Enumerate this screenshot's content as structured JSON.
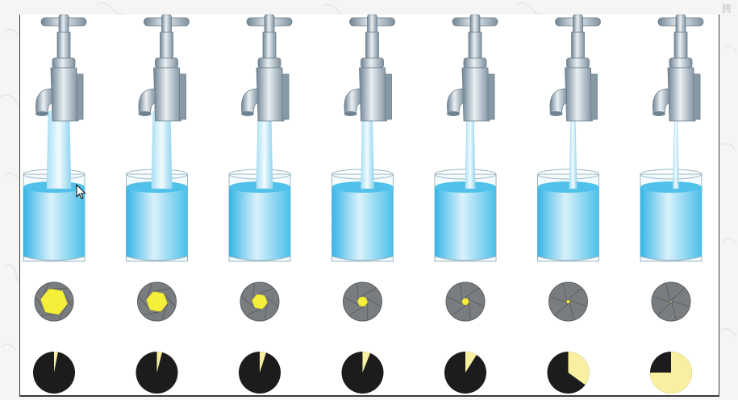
{
  "corner_badge": "腾",
  "colors": {
    "faucet": "#9fb0bd",
    "water": "#4fc1ea",
    "glass_light": "#e3f4fb",
    "aperture_ring": "#7a7d80",
    "aperture_opening": "#f6ef3a",
    "shutter_dark": "#1c1c1c",
    "shutter_light": "#f8f0a0"
  },
  "icons": {
    "faucet": "faucet-icon",
    "glass": "glass-icon",
    "aperture": "aperture-icon",
    "shutter": "shutter-icon",
    "cursor": "mouse-cursor-icon"
  },
  "stages": [
    {
      "stream": 1.0,
      "aperture": 1.0,
      "shutter": 0.03
    },
    {
      "stream": 0.82,
      "aperture": 0.78,
      "shutter": 0.04
    },
    {
      "stream": 0.62,
      "aperture": 0.57,
      "shutter": 0.05
    },
    {
      "stream": 0.46,
      "aperture": 0.38,
      "shutter": 0.06
    },
    {
      "stream": 0.32,
      "aperture": 0.26,
      "shutter": 0.09
    },
    {
      "stream": 0.2,
      "aperture": 0.13,
      "shutter": 0.35
    },
    {
      "stream": 0.12,
      "aperture": 0.05,
      "shutter": 0.75
    }
  ]
}
